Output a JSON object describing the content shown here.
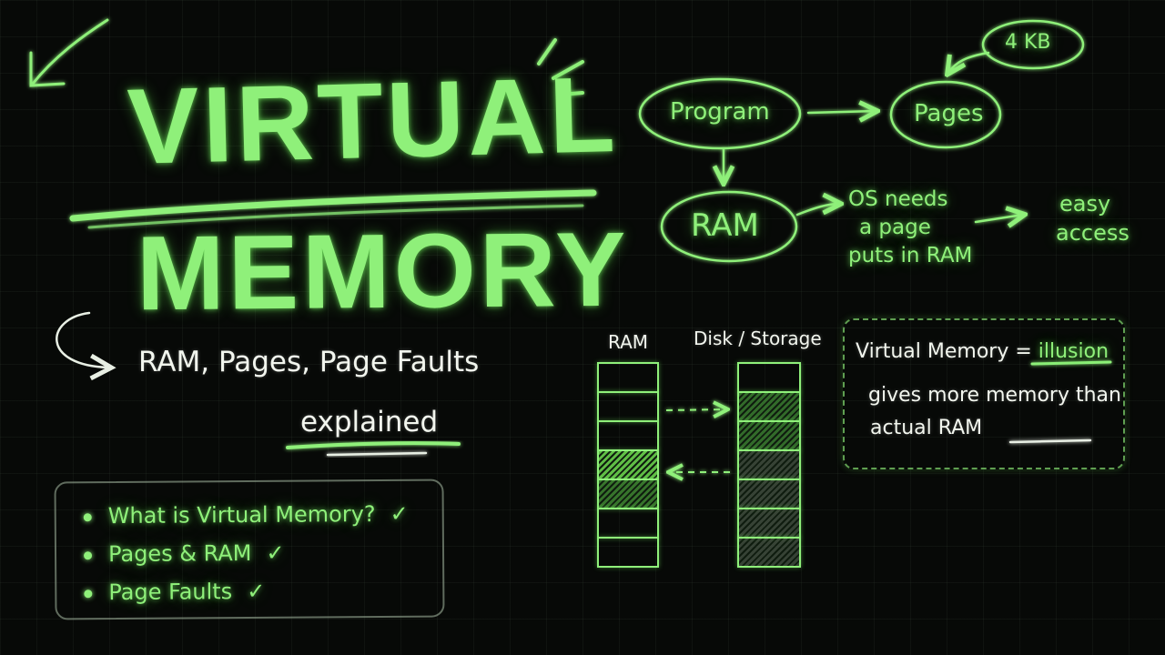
{
  "title": {
    "line1": "VIRTUAL",
    "line2": "MEMORY"
  },
  "subtitle": {
    "line1": "RAM, Pages, Page Faults",
    "line2": "explained"
  },
  "checklist": {
    "items": [
      {
        "label": "What is Virtual Memory?",
        "tick": "✓"
      },
      {
        "label": "Pages & RAM",
        "tick": "✓"
      },
      {
        "label": "Page Faults",
        "tick": "✓"
      }
    ]
  },
  "diagram": {
    "program": "Program",
    "pages": "Pages",
    "page_size": "4 KB",
    "ram": "RAM",
    "os_note": [
      "OS needs",
      "a page",
      "puts in RAM"
    ],
    "access_note": [
      "easy",
      "access"
    ]
  },
  "memory": {
    "ram_label": "RAM",
    "disk_label": "Disk / Storage",
    "ram_cells": [
      0,
      0,
      0,
      1,
      1,
      0,
      0
    ],
    "disk_cells": [
      0,
      1,
      1,
      1,
      1,
      1,
      1
    ]
  },
  "illusion": {
    "line1_prefix": "Virtual Memory = ",
    "line1_emphasis": "illusion",
    "line2": "gives more memory than",
    "line3": "actual RAM"
  },
  "colors": {
    "accent": "#8ff07a",
    "background": "#070907",
    "text": "#f2f6ee"
  }
}
